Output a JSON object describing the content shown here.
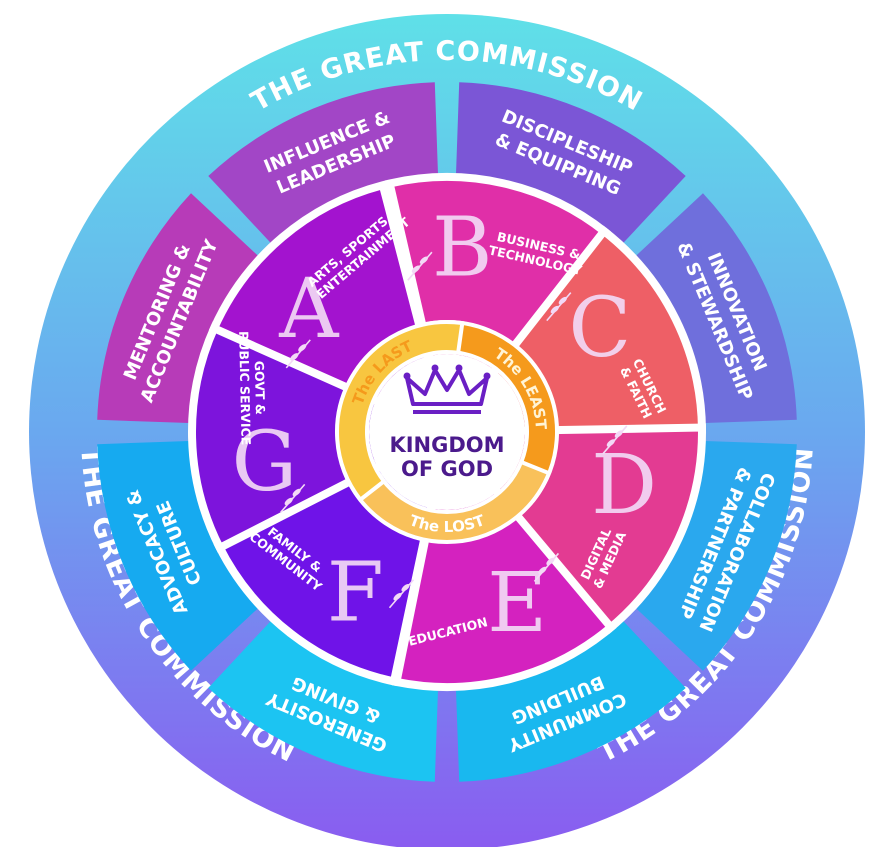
{
  "outer_ring": {
    "label": "THE GREAT COMMISSION",
    "colors": [
      "#5fe0e8",
      "#6aa8ef",
      "#8a5cf0"
    ]
  },
  "segments": [
    {
      "lines": [
        "INFLUENCE &",
        "LEADERSHIP"
      ],
      "color": "#a246c6"
    },
    {
      "lines": [
        "DISCIPLESHIP",
        "& EQUIPPING"
      ],
      "color": "#7b56d6"
    },
    {
      "lines": [
        "INNOVATION",
        "& STEWARDSHIP"
      ],
      "color": "#6f6fdc"
    },
    {
      "lines": [
        "COLLABORATION",
        "& PARTNERSHIP"
      ],
      "color": "#2aa8ee"
    },
    {
      "lines": [
        "COMMUNITY",
        "BUILDING"
      ],
      "color": "#19b8ef"
    },
    {
      "lines": [
        "GENEROSITY",
        "& GIVING"
      ],
      "color": "#1cc4f2"
    },
    {
      "lines": [
        "ADVOCACY &",
        "CULTURE"
      ],
      "color": "#16aaf0"
    },
    {
      "lines": [
        "MENTORING &",
        "ACCOUNTABILITY"
      ],
      "color": "#b73bb8"
    }
  ],
  "sectors": [
    {
      "letter": "B",
      "lines": [
        "BUSINESS &",
        "TECHNOLOGY"
      ],
      "color": "#e02fa8"
    },
    {
      "letter": "C",
      "lines": [
        "CHURCH",
        "& FAITH"
      ],
      "color": "#ee5f66"
    },
    {
      "letter": "D",
      "lines": [
        "DIGITAL",
        "& MEDIA"
      ],
      "color": "#e33b92"
    },
    {
      "letter": "E",
      "lines": [
        "EDUCATION"
      ],
      "color": "#d422bf"
    },
    {
      "letter": "F",
      "lines": [
        "FAMILY &",
        "COMMUNITY"
      ],
      "color": "#6f13e8"
    },
    {
      "letter": "G",
      "lines": [
        "GOVT &",
        "PUBLIC SERVICE"
      ],
      "color": "#7d14dc"
    },
    {
      "letter": "A",
      "lines": [
        "ARTS, SPORTS &",
        "ENTERTAINMENT"
      ],
      "color": "#a313cf"
    }
  ],
  "hub": [
    {
      "label": "The LEAST",
      "color": "#f59a1c",
      "text_color": "#fff4d6"
    },
    {
      "label": "The LOST",
      "color": "#f9c15a",
      "text_color": "#ffffff"
    },
    {
      "label": "The LAST",
      "color": "#f8c640",
      "text_color": "#f59a1c"
    }
  ],
  "center": {
    "title_line1": "KINGDOM",
    "title_line2": "OF GOD",
    "icon": "crown-icon",
    "icon_color": "#6a1fc4"
  }
}
